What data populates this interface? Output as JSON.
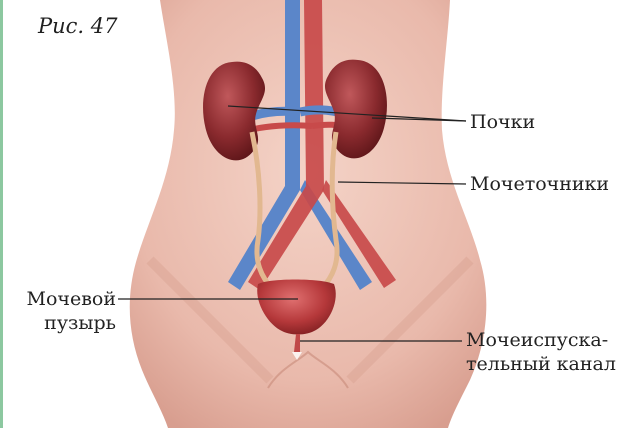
{
  "figure": {
    "caption": "Рис. 47"
  },
  "labels": {
    "kidneys": "Почки",
    "ureters": "Мочеточники",
    "bladder_line1": "Мочевой",
    "bladder_line2": "пузырь",
    "urethra_line1": "Мочеиспуска-",
    "urethra_line2": "тельный канал"
  },
  "colors": {
    "skin": "#edc3b6",
    "kidney": "#8a2a2e",
    "vein": "#5b86c9",
    "artery": "#c84a4a",
    "ureter": "#e2b890",
    "bladder": "#b5383a",
    "accent_rule": "#8cc8a0"
  }
}
